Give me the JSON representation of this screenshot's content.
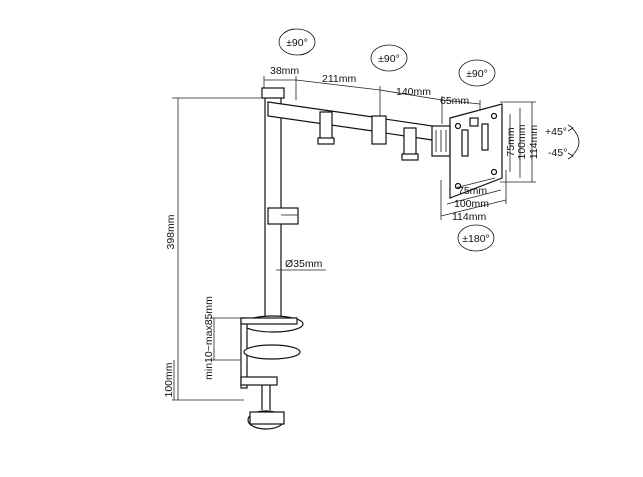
{
  "title": "",
  "rotation_badges": {
    "pole_top": "±90°",
    "arm_mid": "±90°",
    "head_top": "±90°",
    "head_bottom": "±180°"
  },
  "tilt": {
    "up": "+45°",
    "down": "-45°"
  },
  "dimensions": {
    "pole_offset": "38mm",
    "arm_first": "211mm",
    "arm_second": "140mm",
    "head_depth": "65mm",
    "pole_height": "398mm",
    "pole_diameter": "Ø35mm",
    "clamp_range": "min10~max85mm",
    "clamp_height": "100mm",
    "vesa_75_w": "75mm",
    "vesa_100_w": "100mm",
    "vesa_114_w": "114mm",
    "vesa_75_h": "75mm",
    "vesa_100_h": "100mm",
    "vesa_114_h": "114mm"
  },
  "colors": {
    "line": "#111111",
    "background": "#ffffff"
  }
}
